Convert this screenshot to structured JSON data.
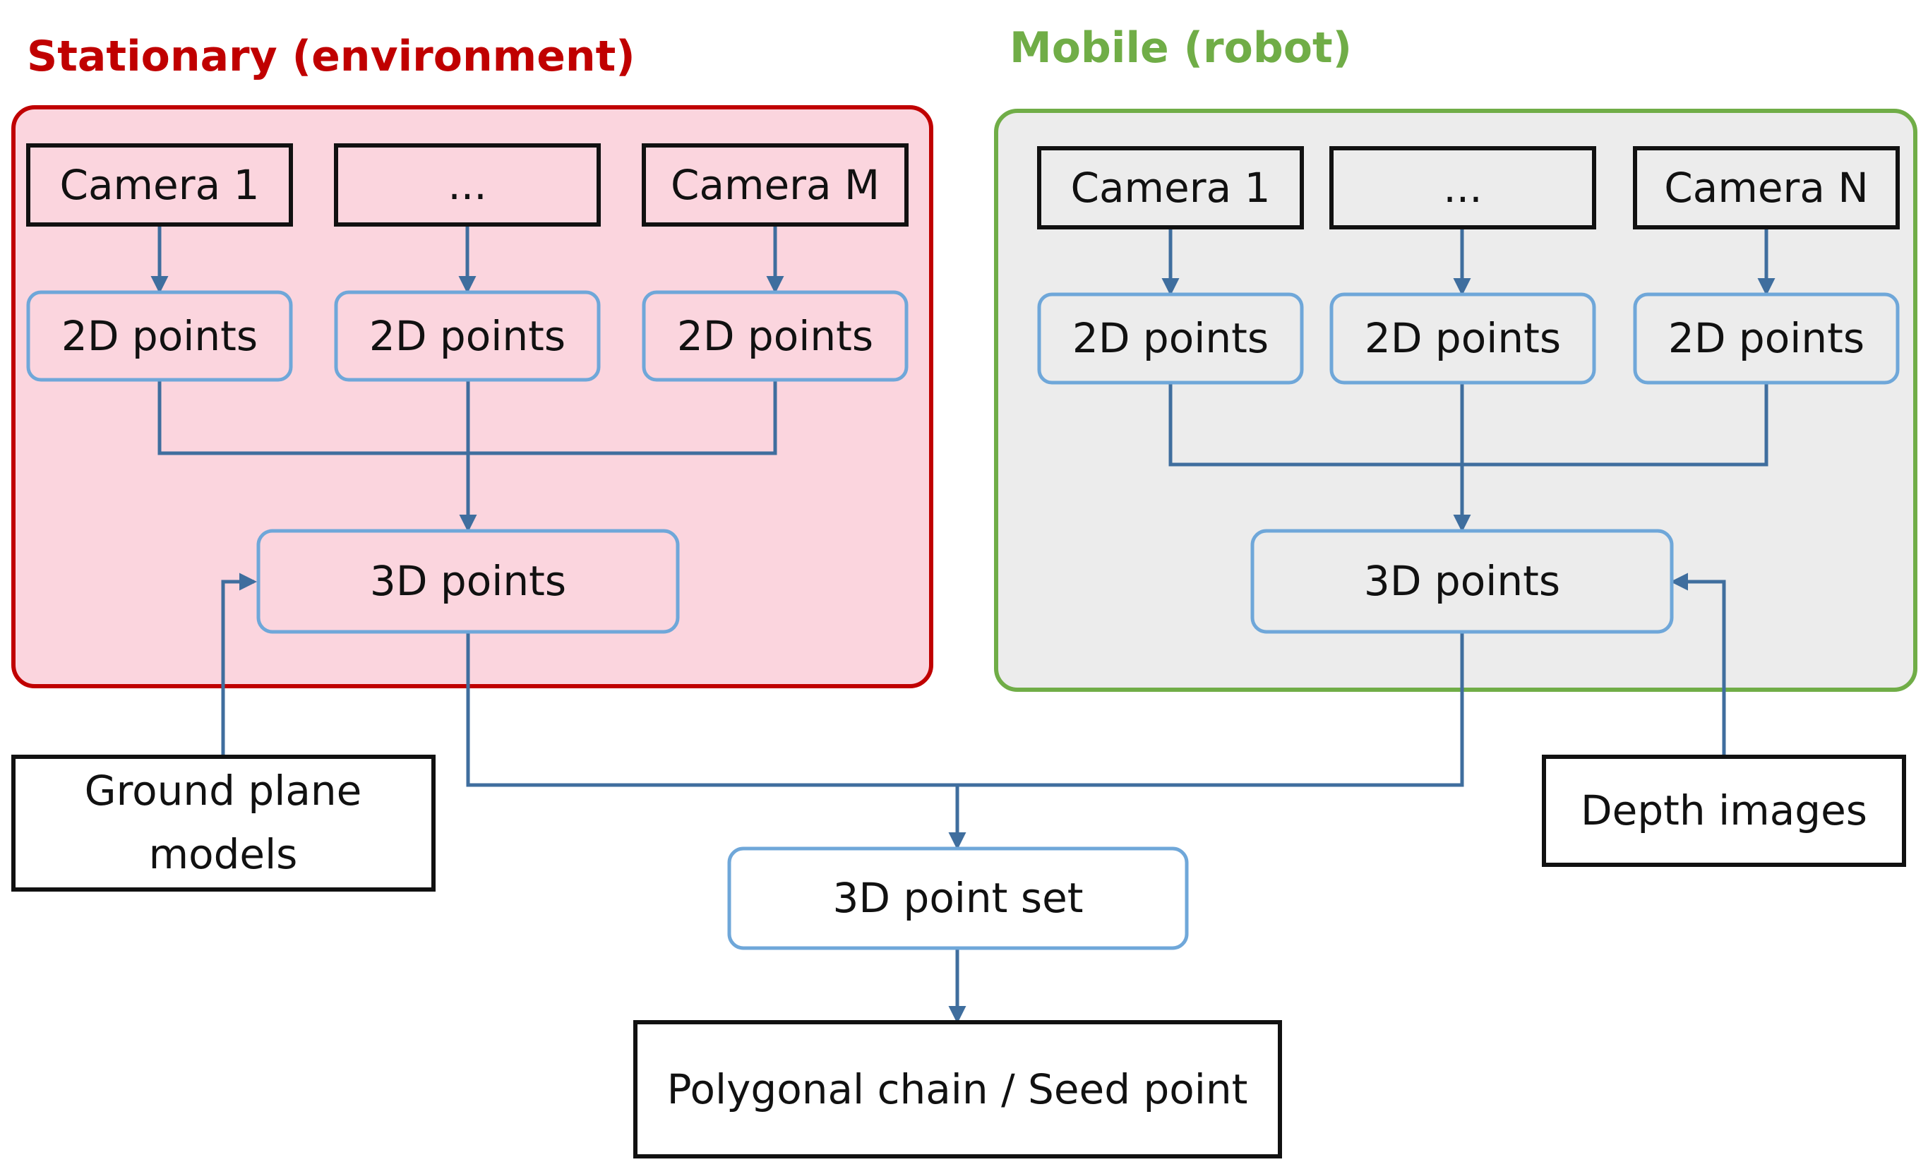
{
  "colors": {
    "stationary_title": "#c00000",
    "stationary_fill": "#fbd5de",
    "stationary_border": "#c00000",
    "mobile_title": "#70ad47",
    "mobile_fill": "#ececec",
    "mobile_border": "#70ad47",
    "blue_box_border": "#6fa7d9",
    "black_box_border": "#111111",
    "arrow": "#3f6e9e"
  },
  "groups": {
    "stationary": {
      "title": "Stationary (environment)"
    },
    "mobile": {
      "title": "Mobile (robot)"
    }
  },
  "nodes": {
    "st_cam1": "Camera 1",
    "st_cam_dots": "...",
    "st_camM": "Camera M",
    "st_2d_1": "2D points",
    "st_2d_2": "2D points",
    "st_2d_3": "2D points",
    "st_3d": "3D points",
    "mo_cam1": "Camera 1",
    "mo_cam_dots": "...",
    "mo_camN": "Camera N",
    "mo_2d_1": "2D points",
    "mo_2d_2": "2D points",
    "mo_2d_3": "2D points",
    "mo_3d": "3D points",
    "ground_line1": "Ground plane",
    "ground_line2": "models",
    "depth": "Depth images",
    "pointset": "3D point set",
    "polychain": "Polygonal chain / Seed point"
  }
}
